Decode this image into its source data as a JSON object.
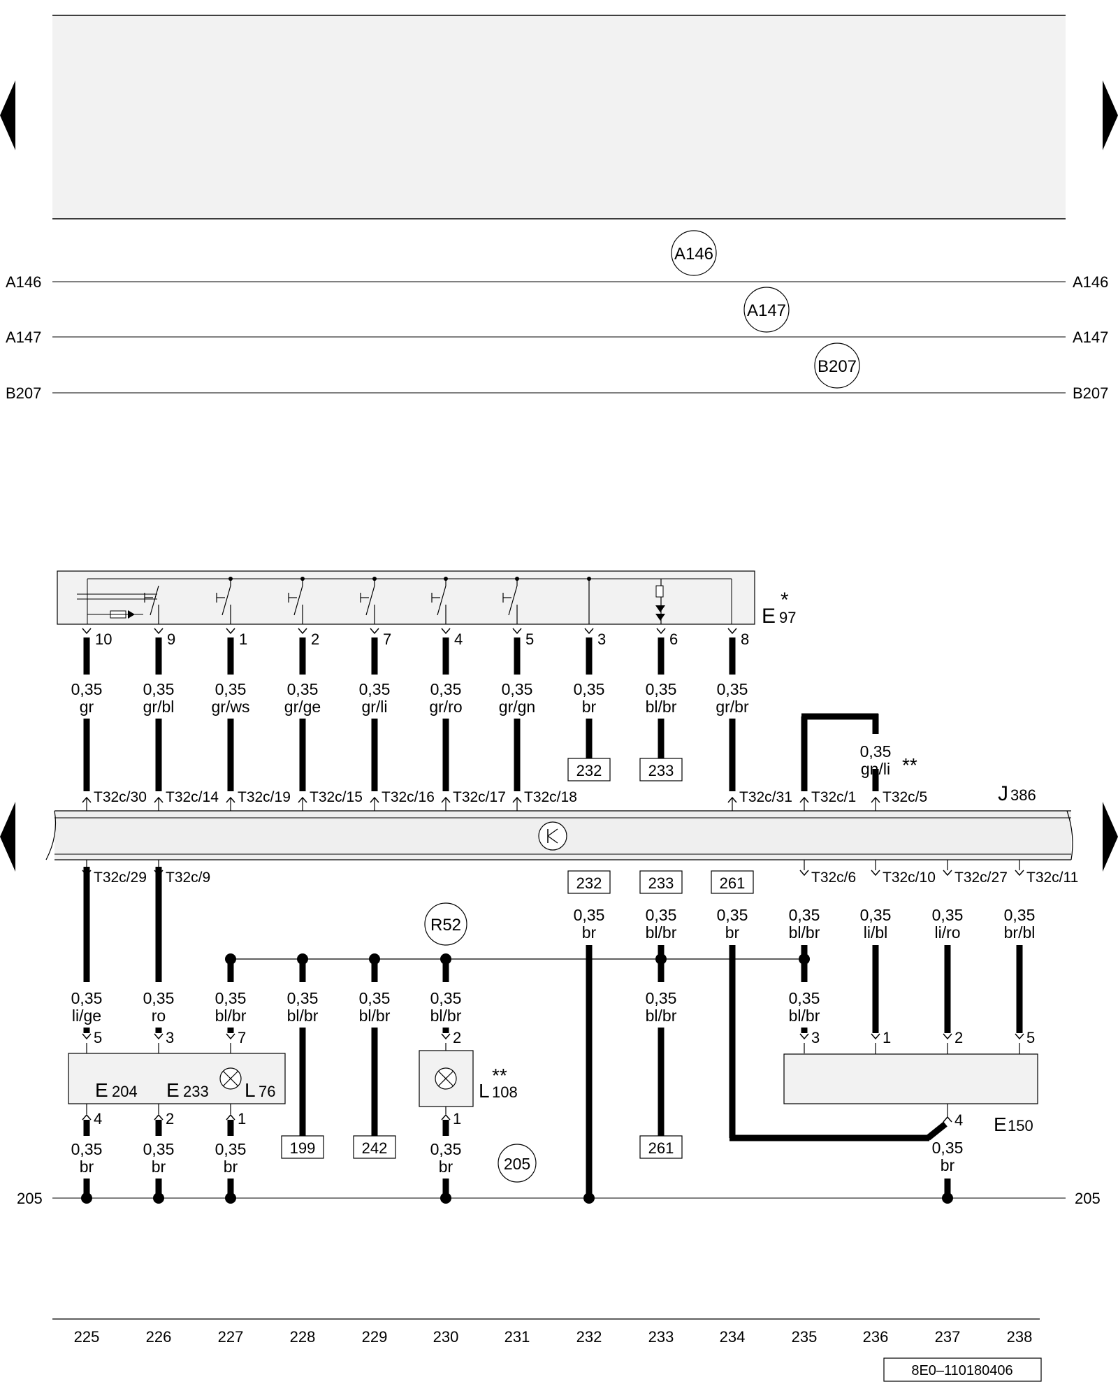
{
  "bus_lines": [
    "A146",
    "A147",
    "B207"
  ],
  "bus_markers": [
    "A146",
    "A147",
    "B207"
  ],
  "ground_bus": "205",
  "ground_marker": "205",
  "relay_marker": "R52",
  "control_unit": {
    "name": "J",
    "sub": "386"
  },
  "switch_unit": {
    "name": "E",
    "sub": "97",
    "star": "*"
  },
  "upper_wires": [
    {
      "pin": "10",
      "size": "0,35",
      "color": "gr",
      "conn": "T32c/30"
    },
    {
      "pin": "9",
      "size": "0,35",
      "color": "gr/bl",
      "conn": "T32c/14"
    },
    {
      "pin": "1",
      "size": "0,35",
      "color": "gr/ws",
      "conn": "T32c/19"
    },
    {
      "pin": "2",
      "size": "0,35",
      "color": "gr/ge",
      "conn": "T32c/15"
    },
    {
      "pin": "7",
      "size": "0,35",
      "color": "gr/li",
      "conn": "T32c/16"
    },
    {
      "pin": "4",
      "size": "0,35",
      "color": "gr/ro",
      "conn": "T32c/17"
    },
    {
      "pin": "5",
      "size": "0,35",
      "color": "gr/gn",
      "conn": "T32c/18"
    },
    {
      "pin": "3",
      "size": "0,35",
      "color": "br",
      "ref": "232"
    },
    {
      "pin": "6",
      "size": "0,35",
      "color": "bl/br",
      "ref": "233"
    },
    {
      "pin": "8",
      "size": "0,35",
      "color": "gr/br",
      "conn": "T32c/31"
    }
  ],
  "j386_top_extra": [
    {
      "conn": "T32c/1"
    },
    {
      "conn": "T32c/5",
      "size": "0,35",
      "color": "gn/li",
      "stars": "**"
    }
  ],
  "lower_conns": [
    "T32c/29",
    "T32c/9",
    "T32c/6",
    "T32c/10",
    "T32c/27",
    "T32c/11"
  ],
  "lower_refs": [
    "232",
    "233",
    "261"
  ],
  "mid_wires": [
    {
      "size": "0,35",
      "color": "br"
    },
    {
      "size": "0,35",
      "color": "bl/br"
    },
    {
      "size": "0,35",
      "color": "br"
    },
    {
      "size": "0,35",
      "color": "bl/br"
    },
    {
      "size": "0,35",
      "color": "li/bl"
    },
    {
      "size": "0,35",
      "color": "li/ro"
    },
    {
      "size": "0,35",
      "color": "br/bl"
    }
  ],
  "branch_wires": [
    {
      "size": "0,35",
      "color": "li/ge",
      "pin": "5"
    },
    {
      "size": "0,35",
      "color": "ro",
      "pin": "3"
    },
    {
      "size": "0,35",
      "color": "bl/br",
      "pin": "7"
    },
    {
      "size": "0,35",
      "color": "bl/br",
      "ref": "199"
    },
    {
      "size": "0,35",
      "color": "bl/br",
      "ref": "242"
    },
    {
      "size": "0,35",
      "color": "bl/br",
      "pin": "2"
    },
    {
      "size": "0,35",
      "color": "bl/br",
      "ref": "261"
    },
    {
      "size": "0,35",
      "color": "bl/br",
      "pin": "3"
    }
  ],
  "e150_pins": [
    "1",
    "2",
    "5"
  ],
  "e150_ground_pin": "4",
  "components": {
    "e204": {
      "name": "E",
      "sub": "204"
    },
    "e233": {
      "name": "E",
      "sub": "233"
    },
    "l76": {
      "name": "L",
      "sub": "76"
    },
    "l108": {
      "name": "L",
      "sub": "108",
      "stars": "**"
    },
    "e150": {
      "name": "E",
      "sub": "150"
    }
  },
  "ground_wires": [
    {
      "pin": "4",
      "size": "0,35",
      "color": "br"
    },
    {
      "pin": "2",
      "size": "0,35",
      "color": "br"
    },
    {
      "pin": "1",
      "size": "0,35",
      "color": "br"
    },
    {
      "pin": "1",
      "size": "0,35",
      "color": "br"
    },
    {
      "pin": "",
      "size": "0,35",
      "color": "br"
    }
  ],
  "columns": [
    "225",
    "226",
    "227",
    "228",
    "229",
    "230",
    "231",
    "232",
    "233",
    "234",
    "235",
    "236",
    "237",
    "238"
  ],
  "doc_id": "8E0–110180406"
}
